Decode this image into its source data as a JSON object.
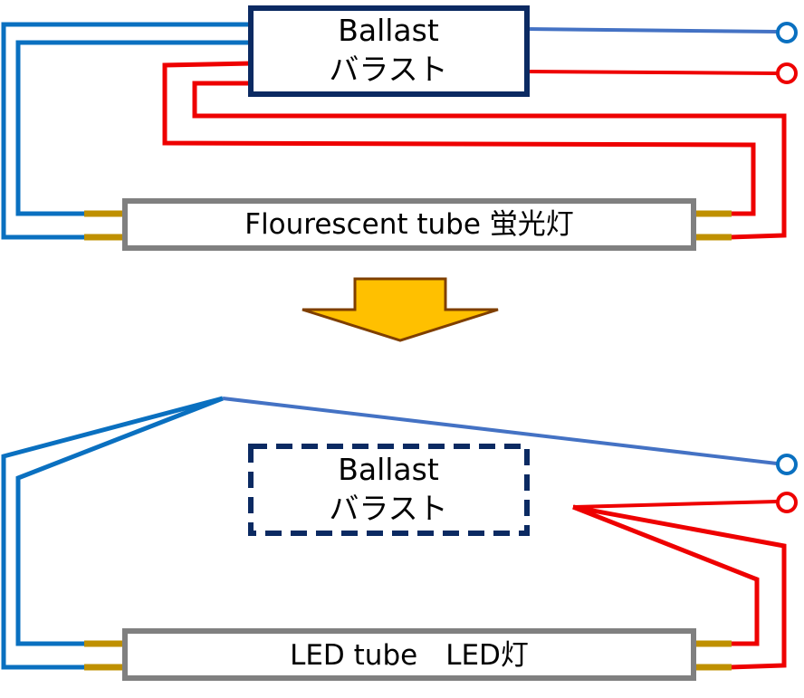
{
  "top": {
    "ballast": {
      "line1": "Ballast",
      "line2": "バラスト"
    },
    "tube_label": "Flourescent tube 蛍光灯"
  },
  "bottom": {
    "ballast": {
      "line1": "Ballast",
      "line2": "バラスト"
    },
    "tube_label": "LED tube　LED灯"
  },
  "colors": {
    "wire_blue_dark": "#0a70c0",
    "wire_blue_light": "#4472c4",
    "wire_red": "#ee0000",
    "ballast_border": "#0b2a62",
    "tube_border": "#808080",
    "pin": "#bf9000",
    "arrow_fill": "#ffc000",
    "arrow_stroke": "#7f3f00",
    "terminal_blue": "#0a70c0",
    "terminal_red": "#ee0000"
  },
  "icons": {
    "arrow": "down-arrow-icon",
    "terminal": "circle-terminal-icon"
  }
}
